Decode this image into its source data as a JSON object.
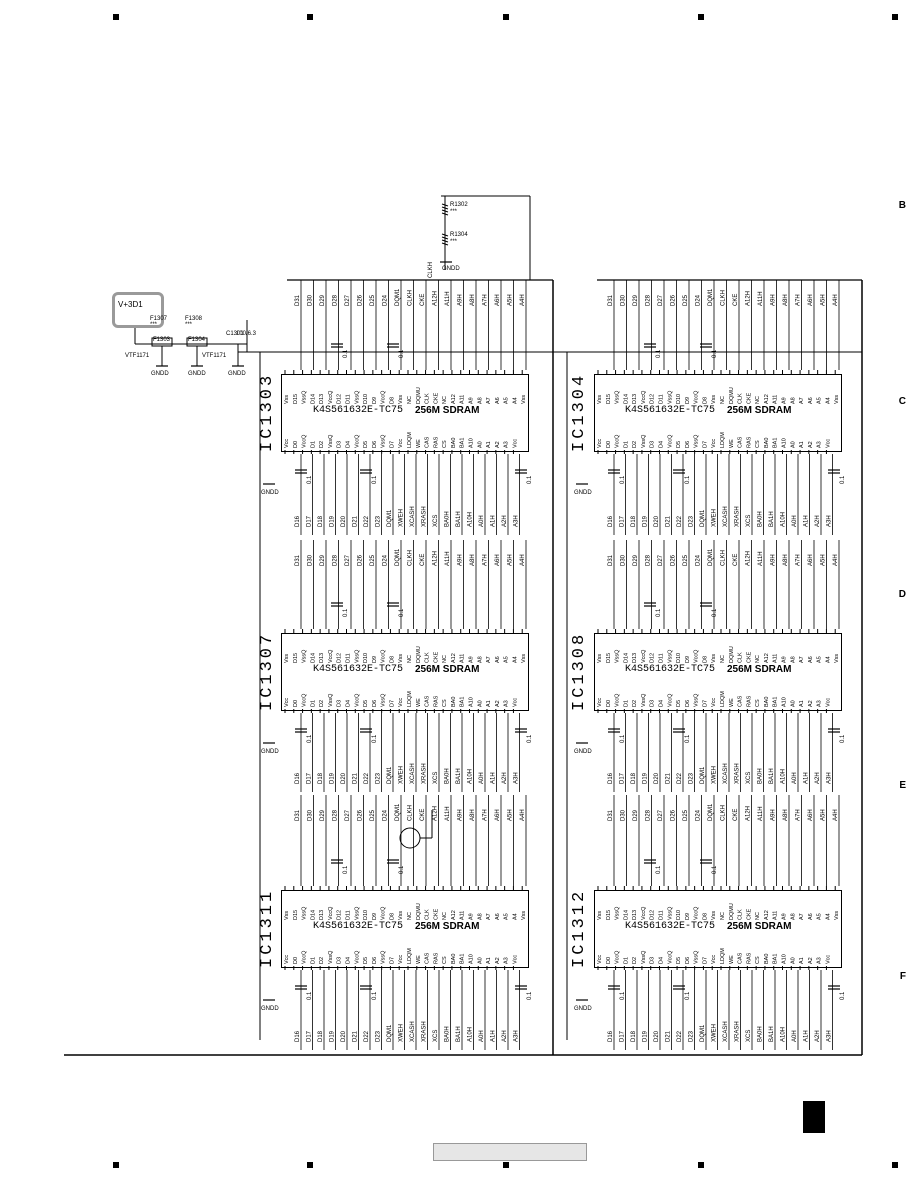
{
  "edge_letters": [
    "B",
    "C",
    "D",
    "E",
    "F"
  ],
  "power": {
    "net": "V+3D1",
    "filters": [
      {
        "ref": "F1303",
        "cap_ref": "F1307",
        "value": "***",
        "type": "VTF1171"
      },
      {
        "ref": "F1304",
        "cap_ref": "F1308",
        "value": "***",
        "type": "VTF1171"
      }
    ],
    "bulk_cap": {
      "ref": "C1301",
      "value": "100/6.3"
    },
    "ground": "GNDD"
  },
  "clock": {
    "resistors": [
      {
        "ref": "R1302",
        "value": "***"
      },
      {
        "ref": "R1304",
        "value": "***"
      }
    ],
    "net": "CLKH",
    "ground": "GNDD"
  },
  "chips": [
    {
      "ref": "IC1303",
      "part": "K4S561632E-TC75",
      "capacity": "256M SDRAM"
    },
    {
      "ref": "IC1304",
      "part": "K4S561632E-TC75",
      "capacity": "256M SDRAM"
    },
    {
      "ref": "IC1307",
      "part": "K4S561632E-TC75",
      "capacity": "256M SDRAM"
    },
    {
      "ref": "IC1308",
      "part": "K4S561632E-TC75",
      "capacity": "256M SDRAM"
    },
    {
      "ref": "IC1311",
      "part": "K4S561632E-TC75",
      "capacity": "256M SDRAM"
    },
    {
      "ref": "IC1312",
      "part": "K4S561632E-TC75",
      "capacity": "256M SDRAM"
    }
  ],
  "top_pins": [
    "Vss",
    "D15",
    "VssQ",
    "D14",
    "D13",
    "VccQ",
    "D12",
    "D11",
    "VssQ",
    "D10",
    "D9",
    "VccQ",
    "D8",
    "Vss",
    "NC",
    "DQMU",
    "CLK",
    "CKE",
    "NC",
    "A12",
    "A11",
    "A9",
    "A8",
    "A7",
    "A6",
    "A5",
    "A4",
    "Vss"
  ],
  "bottom_pins": [
    "Vcc",
    "D0",
    "VccQ",
    "D1",
    "D2",
    "VssQ",
    "D3",
    "D4",
    "VccQ",
    "D5",
    "D6",
    "VssQ",
    "D7",
    "Vcc",
    "LDQM",
    "WE",
    "CAS",
    "RAS",
    "CS",
    "BA0",
    "BA1",
    "A10",
    "A0",
    "A1",
    "A2",
    "A3",
    "Vcc"
  ],
  "nets_top": [
    "D31",
    "D30",
    "D29",
    "D28",
    "D27",
    "D26",
    "D25",
    "D24",
    "DQM1",
    "CLKH",
    "CKE",
    "A12H",
    "A11H",
    "A9H",
    "A8H",
    "A7H",
    "A6H",
    "A5H",
    "A4H"
  ],
  "nets_bottom": [
    "D16",
    "D17",
    "D18",
    "D19",
    "D20",
    "D21",
    "D22",
    "D23",
    "DQM1",
    "XWEH",
    "XCASH",
    "XRASH",
    "XCS",
    "BA0H",
    "BA1H",
    "A10H",
    "A0H",
    "A1H",
    "A2H",
    "A3H"
  ],
  "caps_small": "0.1",
  "ground_label": "GNDD"
}
